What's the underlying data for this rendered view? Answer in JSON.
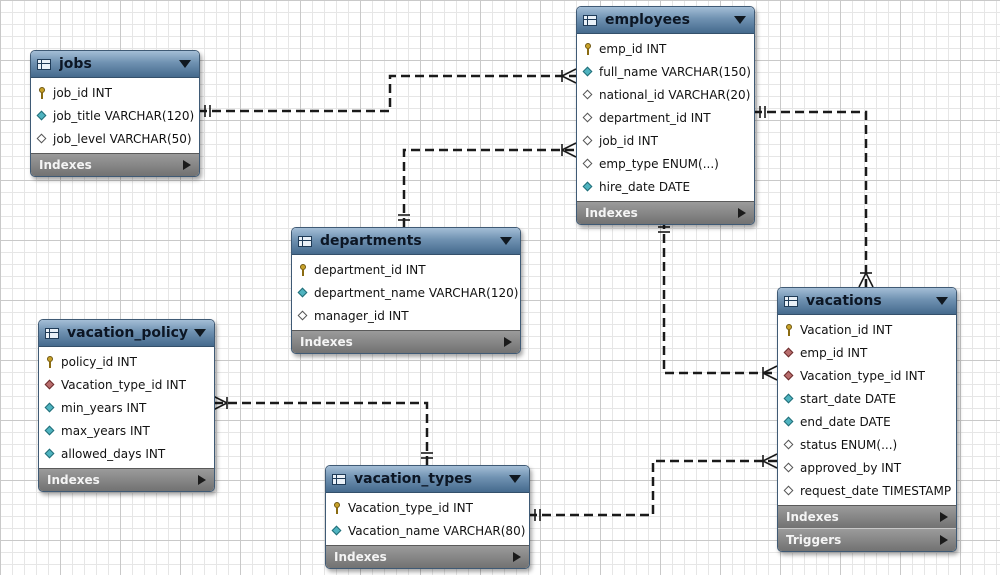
{
  "tables": [
    {
      "id": "employees",
      "name": "employees",
      "columns": [
        {
          "text": "emp_id INT",
          "icon": "primary-key-icon"
        },
        {
          "text": "full_name VARCHAR(150)",
          "icon": "not-null-column-icon"
        },
        {
          "text": "national_id VARCHAR(20)",
          "icon": "nullable-column-icon"
        },
        {
          "text": "department_id INT",
          "icon": "nullable-column-icon"
        },
        {
          "text": "job_id INT",
          "icon": "nullable-column-icon"
        },
        {
          "text": "emp_type ENUM(...)",
          "icon": "nullable-column-icon"
        },
        {
          "text": "hire_date DATE",
          "icon": "not-null-column-icon"
        }
      ],
      "footers": [
        "Indexes"
      ]
    },
    {
      "id": "jobs",
      "name": "jobs",
      "columns": [
        {
          "text": "job_id INT",
          "icon": "primary-key-icon"
        },
        {
          "text": "job_title VARCHAR(120)",
          "icon": "not-null-column-icon"
        },
        {
          "text": "job_level VARCHAR(50)",
          "icon": "nullable-column-icon"
        }
      ],
      "footers": [
        "Indexes"
      ]
    },
    {
      "id": "departments",
      "name": "departments",
      "columns": [
        {
          "text": "department_id INT",
          "icon": "primary-key-icon"
        },
        {
          "text": "department_name VARCHAR(120)",
          "icon": "not-null-column-icon"
        },
        {
          "text": "manager_id INT",
          "icon": "nullable-column-icon"
        }
      ],
      "footers": [
        "Indexes"
      ]
    },
    {
      "id": "vacation_policy",
      "name": "vacation_policy",
      "columns": [
        {
          "text": "policy_id INT",
          "icon": "primary-key-icon"
        },
        {
          "text": "Vacation_type_id INT",
          "icon": "foreign-key-icon"
        },
        {
          "text": "min_years INT",
          "icon": "not-null-column-icon"
        },
        {
          "text": "max_years INT",
          "icon": "not-null-column-icon"
        },
        {
          "text": "allowed_days INT",
          "icon": "not-null-column-icon"
        }
      ],
      "footers": [
        "Indexes"
      ]
    },
    {
      "id": "vacation_types",
      "name": "vacation_types",
      "columns": [
        {
          "text": "Vacation_type_id INT",
          "icon": "primary-key-icon"
        },
        {
          "text": "Vacation_name VARCHAR(80)",
          "icon": "not-null-column-icon"
        }
      ],
      "footers": [
        "Indexes"
      ]
    },
    {
      "id": "vacations",
      "name": "vacations",
      "columns": [
        {
          "text": "Vacation_id INT",
          "icon": "primary-key-icon"
        },
        {
          "text": "emp_id INT",
          "icon": "foreign-key-icon"
        },
        {
          "text": "Vacation_type_id INT",
          "icon": "foreign-key-icon"
        },
        {
          "text": "start_date DATE",
          "icon": "not-null-column-icon"
        },
        {
          "text": "end_date DATE",
          "icon": "not-null-column-icon"
        },
        {
          "text": "status ENUM(...)",
          "icon": "nullable-column-icon"
        },
        {
          "text": "approved_by INT",
          "icon": "nullable-column-icon"
        },
        {
          "text": "request_date TIMESTAMP",
          "icon": "nullable-column-icon"
        }
      ],
      "footers": [
        "Indexes",
        "Triggers"
      ]
    }
  ],
  "relationships": [
    {
      "name": "jobs-employees",
      "from": "jobs",
      "to": "employees",
      "from_end": "one",
      "to_end": "many"
    },
    {
      "name": "departments-employees",
      "from": "departments",
      "to": "employees",
      "from_end": "one",
      "to_end": "many"
    },
    {
      "name": "employees-vacations-top",
      "from": "employees",
      "to": "vacations",
      "from_end": "one",
      "to_end": "many"
    },
    {
      "name": "employees-vacations-bottom",
      "from": "employees",
      "to": "vacations",
      "from_end": "one",
      "to_end": "many"
    },
    {
      "name": "vacation_types-vacation_policy",
      "from": "vacation_types",
      "to": "vacation_policy",
      "from_end": "one",
      "to_end": "many"
    },
    {
      "name": "vacation_types-vacations",
      "from": "vacation_types",
      "to": "vacations",
      "from_end": "one",
      "to_end": "many"
    }
  ]
}
